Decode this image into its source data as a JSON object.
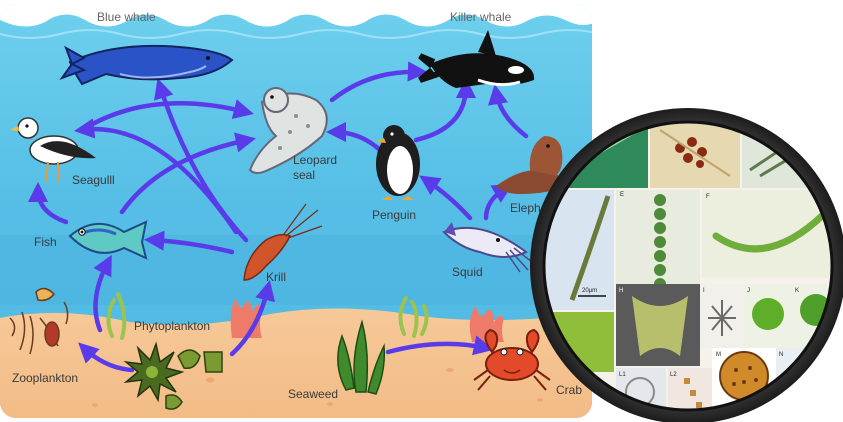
{
  "food_web": {
    "organisms": {
      "blue_whale": "Blue whale",
      "killer_whale": "Killer whale",
      "seagull": "Seagulll",
      "leopard_seal_line1": "Leopard",
      "leopard_seal_line2": "seal",
      "penguin": "Penguin",
      "elephant_seal": "Eleph",
      "fish": "Fish",
      "krill": "Krill",
      "squid": "Squid",
      "phytoplankton": "Phytoplankton",
      "zooplankton": "Zooplankton",
      "seaweed": "Seaweed",
      "crab": "Crab"
    },
    "arrow_color": "#5a3bea"
  },
  "micrograph_panel": {
    "panel_letters": [
      "E",
      "F",
      "H",
      "I",
      "J",
      "K",
      "M",
      "N",
      "L1",
      "L2"
    ],
    "scale_bar_label": "20μm"
  }
}
